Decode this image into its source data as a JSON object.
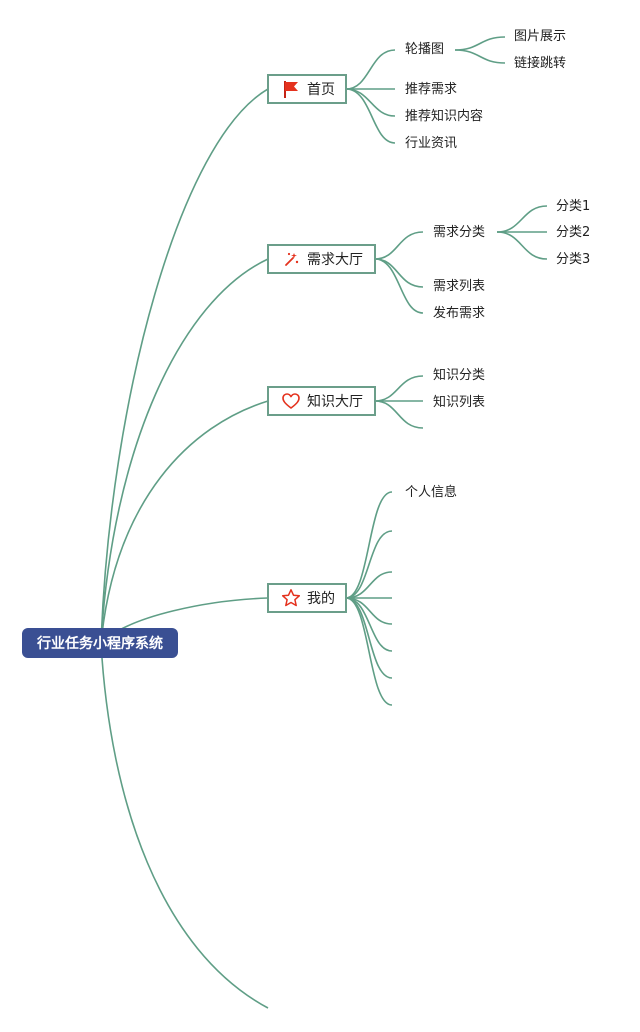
{
  "colors": {
    "edge": "#5f9e86",
    "root_fill": "#3a4f93",
    "node_border": "#6b9e8a",
    "flag": "#e4321e",
    "heart": "#e4321e"
  },
  "root": {
    "label": "行业任务小程序系统"
  },
  "branches": {
    "home": {
      "label": "首页",
      "icon": "flag-icon",
      "children": {
        "carousel": {
          "label": "轮播图",
          "children": [
            "图片展示",
            "链接跳转"
          ]
        },
        "recommend_demand": "推荐需求",
        "recommend_knowledge": "推荐知识内容",
        "industry_news": "行业资讯"
      }
    },
    "demand_hall": {
      "label": "需求大厅",
      "icon": "magic-wand-icon",
      "children": {
        "demand_category": {
          "label": "需求分类",
          "children": [
            "分类1",
            "分类2",
            "分类3"
          ]
        },
        "demand_list": "需求列表",
        "publish_demand": "发布需求"
      }
    },
    "knowledge_hall": {
      "label": "知识大厅",
      "icon": "heart-icon",
      "children": {
        "knowledge_category": "知识分类",
        "knowledge_list": "知识列表",
        "empty": ""
      }
    },
    "mine": {
      "label": "我的",
      "icon": "star-icon",
      "children": {
        "personal_info": "个人信息"
      }
    }
  }
}
